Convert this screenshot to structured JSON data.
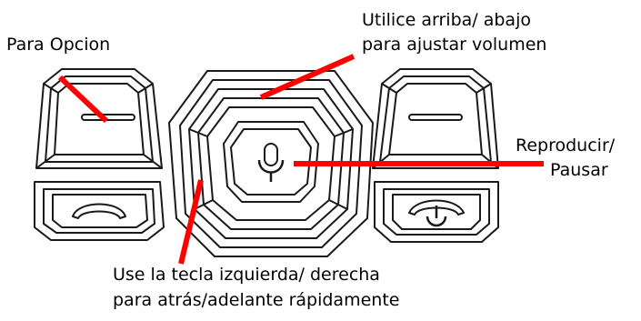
{
  "annotations": {
    "option": "Para Opcion",
    "volume_line1": "Utilice arriba/ abajo",
    "volume_line2": "para ajustar volumen",
    "play_line1": "Reproducir/",
    "play_line2": "Pausar",
    "seek_line1": "Use la tecla izquierda/ derecha",
    "seek_line2": "para atrás/adelante rápidamente"
  },
  "colors": {
    "pointer": "#ff0000",
    "outline": "#1a1a1a",
    "key_fill": "#ffffff"
  },
  "icons": [
    "dash-icon",
    "call-icon",
    "microphone-icon",
    "end-call-power-icon"
  ]
}
